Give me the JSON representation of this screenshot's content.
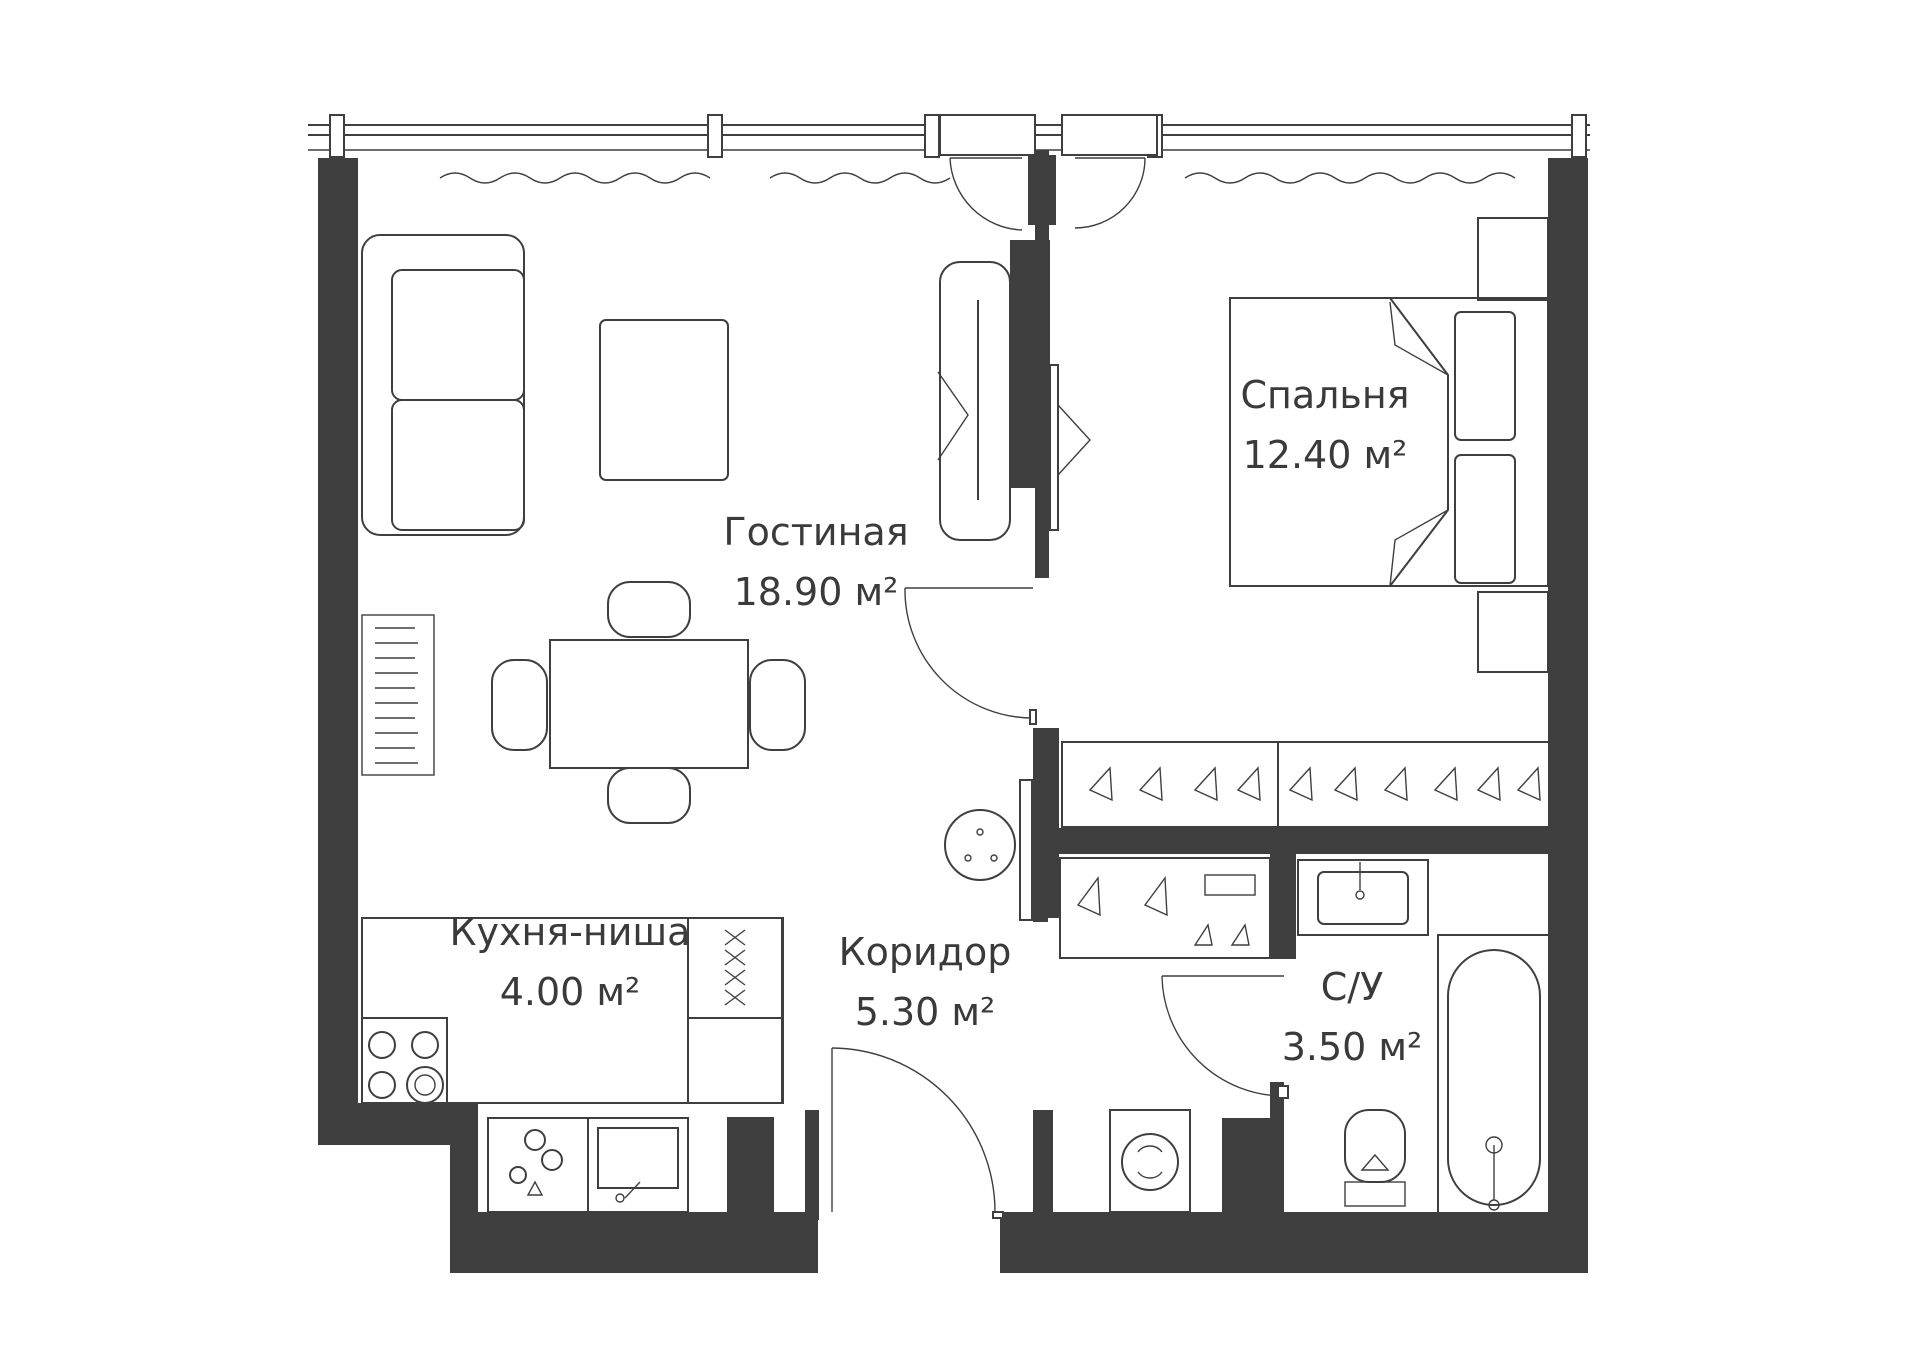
{
  "rooms": {
    "living": {
      "name": "Гостиная",
      "area": "18.90 м²"
    },
    "bedroom": {
      "name": "Спальня",
      "area": "12.40 м²"
    },
    "kitchen": {
      "name": "Кухня-ниша",
      "area": "4.00 м²"
    },
    "corridor": {
      "name": "Коридор",
      "area": "5.30 м²"
    },
    "bathroom": {
      "name": "С/У",
      "area": "3.50 м²"
    }
  },
  "colors": {
    "wall": "#3f3f40",
    "line": "#3f3f40",
    "text": "#3a3a3a",
    "background": "#ffffff"
  }
}
